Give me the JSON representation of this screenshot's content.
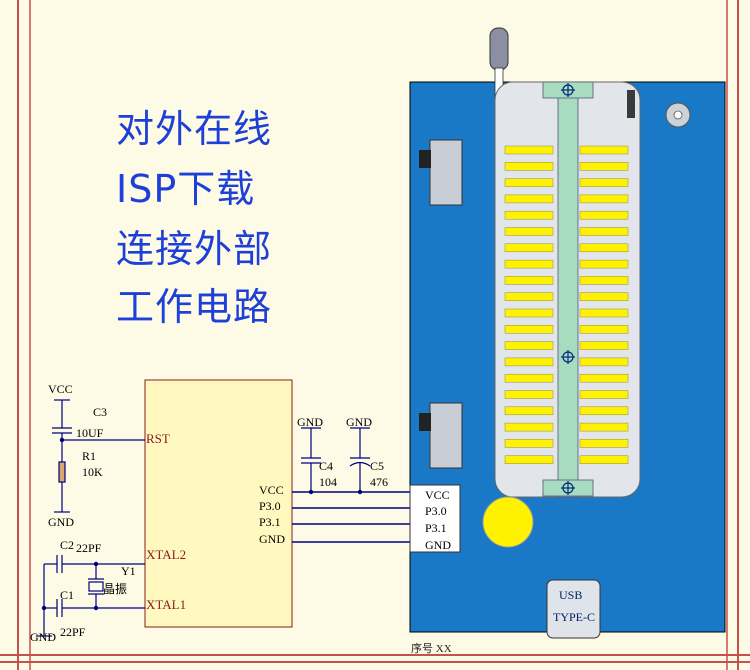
{
  "title": {
    "line1": "对外在线",
    "line2": "ISP下载",
    "line3": "连接外部",
    "line4": "工作电路"
  },
  "components": {
    "vcc_top": "VCC",
    "c3_name": "C3",
    "c3_value": "10UF",
    "r1_name": "R1",
    "r1_value": "10K",
    "gnd_left": "GND",
    "c2_name": "C2",
    "c2_value": "22PF",
    "y1_name": "Y1",
    "y1_value": "晶振",
    "c1_name": "C1",
    "c1_value": "22PF",
    "gnd_bottom": "GND",
    "c4_gnd": "GND",
    "c4_name": "C4",
    "c4_value": "104",
    "c5_gnd": "GND",
    "c5_name": "C5",
    "c5_value": "476"
  },
  "mcu_pins": {
    "rst": "RST",
    "xtal2": "XTAL2",
    "xtal1": "XTAL1",
    "vcc": "VCC",
    "p30": "P3.0",
    "p31": "P3.1",
    "gnd": "GND"
  },
  "connector_pins": {
    "vcc": "VCC",
    "p30": "P3.0",
    "p31": "P3.1",
    "gnd": "GND"
  },
  "board": {
    "usb_label_1": "USB",
    "usb_label_2": "TYPE-C",
    "bottom_text": "序号 XX"
  },
  "colors": {
    "title_blue": "#1e3fd8",
    "board_blue": "#1a79c6",
    "socket_gray": "#e2e6ea",
    "pad_yellow": "#fff200",
    "lever_green": "#a8dcc0",
    "border_red": "#c8504b"
  }
}
